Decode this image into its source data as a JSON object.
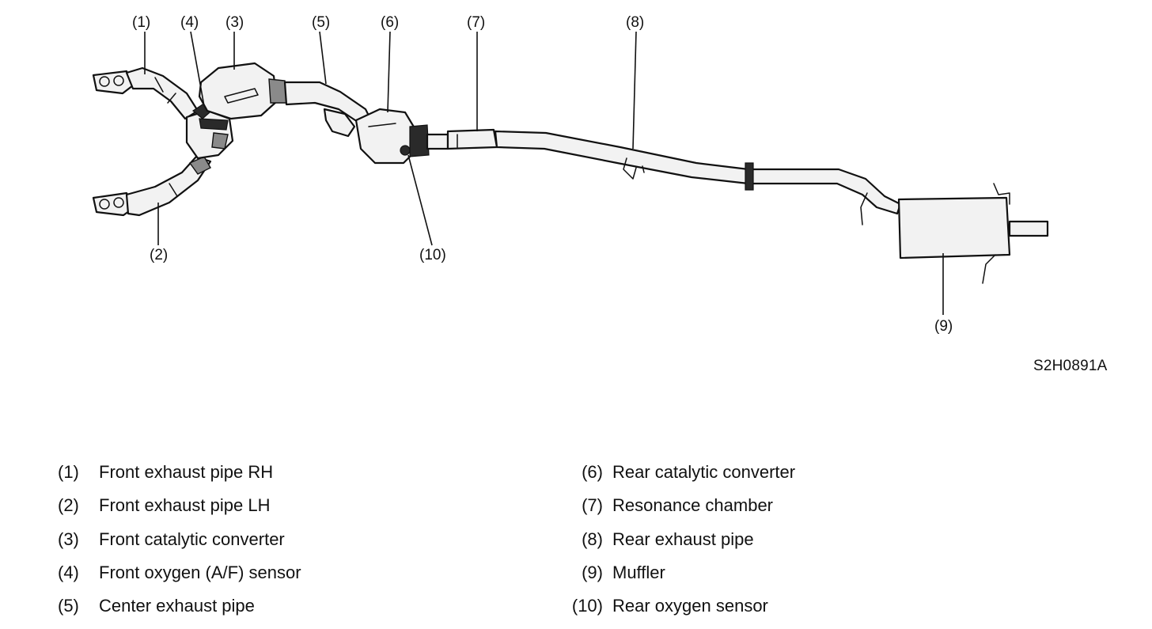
{
  "callouts": [
    "(1)",
    "(2)",
    "(3)",
    "(4)",
    "(5)",
    "(6)",
    "(7)",
    "(8)",
    "(9)",
    "(10)"
  ],
  "figure_id": "S2H0891A",
  "legend_left": [
    {
      "num": "(1)",
      "text": "Front exhaust pipe RH"
    },
    {
      "num": "(2)",
      "text": "Front exhaust pipe LH"
    },
    {
      "num": "(3)",
      "text": "Front catalytic converter"
    },
    {
      "num": "(4)",
      "text": "Front oxygen (A/F) sensor"
    },
    {
      "num": "(5)",
      "text": "Center exhaust pipe"
    }
  ],
  "legend_right": [
    {
      "num": "(6)",
      "text": "Rear catalytic converter"
    },
    {
      "num": "(7)",
      "text": "Resonance chamber"
    },
    {
      "num": "(8)",
      "text": "Rear exhaust pipe"
    },
    {
      "num": "(9)",
      "text": "Muffler"
    },
    {
      "num": "(10)",
      "text": "Rear oxygen sensor"
    }
  ]
}
